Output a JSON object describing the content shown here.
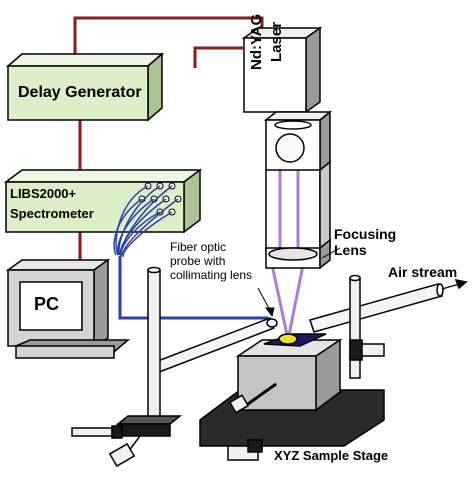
{
  "labels": {
    "laser": "Nd:YAG Laser",
    "laser_line1": "Nd:YAG",
    "laser_line2": "Laser",
    "delay_generator": "Delay Generator",
    "spectrometer_line1": "LIBS2000+",
    "spectrometer_line2": "Spectrometer",
    "pc": "PC",
    "focusing_lens_line1": "Focusing",
    "focusing_lens_line2": "Lens",
    "fiber_probe_line1": "Fiber optic",
    "fiber_probe_line2": "probe with",
    "fiber_probe_line3": "collimating lens",
    "air_stream": "Air stream",
    "stage": "XYZ Sample Stage"
  },
  "colors": {
    "cable_red": "#8b1a1a",
    "fiber_blue": "#2b3fa8",
    "laser_beam": "#b07ad8",
    "box_green": "#dcefc8",
    "panel_gray": "#d0d0d0",
    "sample_yellow": "#f0e020",
    "stage_dark": "#2a2a2a"
  }
}
